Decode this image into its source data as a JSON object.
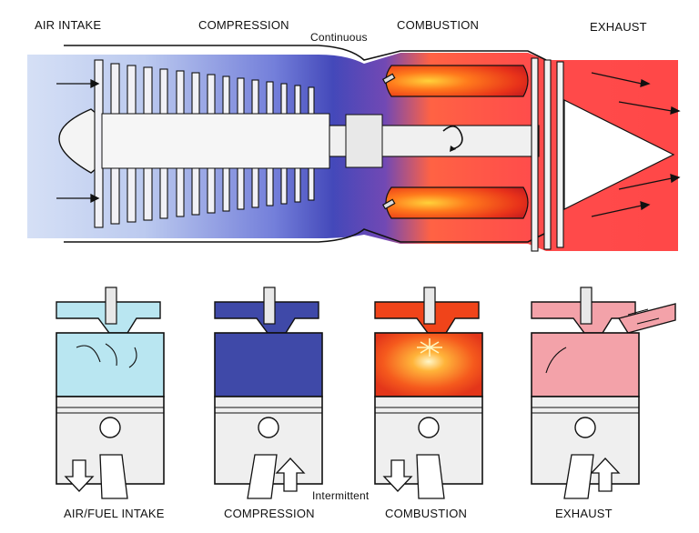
{
  "jet": {
    "stages": [
      "AIR INTAKE",
      "COMPRESSION",
      "COMBUSTION",
      "EXHAUST"
    ],
    "mode_label": "Continuous"
  },
  "piston": {
    "stages": [
      "AIR/FUEL INTAKE",
      "COMPRESSION",
      "COMBUSTION",
      "EXHAUST"
    ],
    "mode_label": "Intermittent"
  },
  "colors": {
    "intake": "#b9e6f1",
    "compression": "#3f49a8",
    "combustion": "#f0441a",
    "exhaust": "#f3a2a9",
    "jet_gradient_start": "#c9d8f2",
    "jet_gradient_mid": "#3a44c4",
    "jet_gradient_end": "#ff3b3b"
  }
}
